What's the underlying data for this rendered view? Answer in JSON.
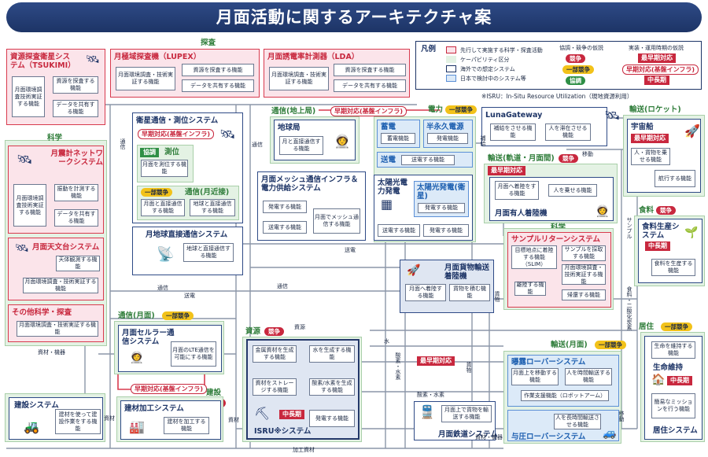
{
  "title": "月面活動に関するアーキテクチャ案",
  "legend": {
    "heading": "凡例",
    "item_pink": "先行して実施する科学・探査活動",
    "item_green": "ケーパビリティ区分",
    "item_navy": "海外での想定システム",
    "item_blue": "日本で検討中のシステム等",
    "col_competition": "協調・競争の仮説",
    "col_timing": "実装・運用時期の仮説",
    "badge_competition": "競争",
    "badge_partial": "一部競争",
    "badge_cooperation": "協調",
    "timing_earliest": "最早期対応",
    "timing_early": "早期対応(基盤インフラ)",
    "timing_mid": "中長期",
    "note": "※ISRU：In-Situ Resource Utilization（現地資源利用）"
  },
  "groups": {
    "resource_sat": {
      "title": "資源探査衛星システム（TSUKIMI）",
      "f1": "月面環境調査技術実証する機能",
      "f2": "資源を探査する機能",
      "f3": "データを共有する機能"
    },
    "lupex": {
      "title": "月極域探査機（LUPEX）",
      "heading": "探査",
      "f1": "月面環境調査・技術実証する機能",
      "f2": "資源を探査する機能",
      "f3": "データを共有する機能"
    },
    "lda": {
      "title": "月面誘電率計測器（LDA）",
      "f1": "月面環境調査・技術実証する機能",
      "f2": "資源を探査する機能",
      "f3": "データを共有する機能"
    },
    "science": {
      "heading": "科学"
    },
    "seismic": {
      "title": "月震計ネットワークシステム",
      "f1": "月面環境調査技術実証する機能",
      "f2": "振動を計測する機能",
      "f3": "データを共有する機能"
    },
    "observatory": {
      "title": "月面天文台システム",
      "f1": "天体観測する機能",
      "f2": "月面環境調査・技術実証する機能"
    },
    "other_sci": {
      "title": "その他科学・探査",
      "f1": "月面環境調査・技術実証する機能"
    },
    "nav_comm": {
      "title": "衛星通信・測位システム",
      "timing": "早期対応(基盤インフラ)",
      "pos_tag": "協調",
      "pos_label": "測位",
      "f1": "月面を測位する機能",
      "comm_badge": "一部競争",
      "comm_label": "通信(月近接)",
      "f2": "月面と直接通信する機能",
      "f3": "地球と直接通信する機能"
    },
    "orbit_comm": {
      "title": "月地球直接通信システム",
      "f1": "地球と直接通信する機能"
    },
    "ground": {
      "heading": "通信(地上局)",
      "timing": "早期対応(基盤インフラ)",
      "title": "地球局",
      "f1": "月と直接通信する機能"
    },
    "power": {
      "heading": "電力",
      "badge": "一部競争",
      "storage_title": "蓄電",
      "storage_f1": "蓄電機能",
      "perm_title": "半永久電源",
      "perm_f1": "発電機能",
      "trans_title": "送電",
      "trans_f1": "送電する機能"
    },
    "mesh": {
      "title": "月面メッシュ通信インフラ＆電力供給システム",
      "f1": "発電する機能",
      "f2": "送電する機能",
      "f3": "月面でメッシュ通信する機能"
    },
    "solar": {
      "title": "太陽光電力発電",
      "sat_title": "太陽光発電(衛星)",
      "f1": "発電する機能",
      "f2": "送電する機能",
      "f3": "発電する機能"
    },
    "lunagateway": {
      "title": "LunaGateway",
      "f1": "補給をさせる機能",
      "f2": "人を滞在させる機能"
    },
    "rocket": {
      "heading": "輸送(ロケット)",
      "title": "宇宙船",
      "timing": "最早期対応",
      "f1": "人・貨物を乗せる機能",
      "f2": "航行する機能"
    },
    "lander": {
      "heading": "輸送(軌道・月面間)",
      "badge": "競争",
      "timing": "最早期対応",
      "title": "月面有人着陸機",
      "f1": "月面へ着陸をする機能",
      "f2": "人を乗せる機能"
    },
    "cargo_lander": {
      "title": "月面貨物輸送着陸機",
      "f1": "月面へ着陸する機能",
      "f2": "貨物を積む機能"
    },
    "sample": {
      "heading": "科学",
      "title": "サンプルリターンシステム",
      "f1": "目標地点に着陸する機能（SLIM）",
      "f2": "サンプルを採取する機能",
      "f3": "月面環境調査・技術実証する機能",
      "f4": "離陸する機能",
      "f5": "帰還する機能"
    },
    "food": {
      "heading": "食料",
      "badge": "競争",
      "title": "食料生産システム",
      "timing": "中長期",
      "f1": "食料を生産する機能"
    },
    "relay": {
      "heading": "通信(月面)",
      "badge": "一部競争",
      "title": "月面セルラー通信システム",
      "f1": "月面のLTE通信を可能にする機能"
    },
    "isru": {
      "heading": "資源",
      "badge": "競争",
      "title": "ISRU※システム",
      "timing": "中長期",
      "f1": "金属資材を生成する機能",
      "f2": "水を生成する機能",
      "f3": "資材をストレージする機能",
      "f4": "酸素/水素を生成する機能",
      "f5": "発電する機能"
    },
    "railway": {
      "title": "月面鉄道システム",
      "timing": "最早期対応",
      "f1": "月面上で貨物を輸送する機能"
    },
    "rover_in": {
      "heading": "輸送(月面)",
      "badge": "一部競争",
      "title": "曝露ローバーシステム",
      "f1": "月面上を移動する機能",
      "f2": "人を時間輸送する機能",
      "f3": "作業支援機能（ロボットアーム）"
    },
    "rover_press": {
      "title": "与圧ローバーシステム",
      "f1": "人を長時間輸送させる機能"
    },
    "habitat": {
      "heading": "居住",
      "badge": "一部競争",
      "f1": "生命を維持する機能",
      "life_title": "生命維持",
      "timing": "中長期",
      "f2": "簡易なミッションを行う機能",
      "title": "居住システム"
    },
    "construction": {
      "heading": "建設",
      "badge": "競争",
      "timing": "早期対応(基盤インフラ)",
      "title": "建設システム",
      "f1": "建材を使って建設作業をする機能"
    },
    "material": {
      "title": "建材加工システム",
      "f1": "建材を加工する機能"
    }
  },
  "flow_labels": {
    "comm": "通信",
    "power_t": "送電",
    "resource": "資源",
    "materials": "資材",
    "materials_eq": "資材・機器",
    "water": "水",
    "oxygen_hydrogen": "酸素・水素",
    "cargo": "貨物",
    "move": "移動",
    "supply": "補給",
    "sample": "サンプル",
    "food_co2": "食料・二酸化炭素",
    "processed": "加工資材",
    "materials_eq2": "資材・機器"
  },
  "icons": {
    "satellite": "satellite-icon",
    "antenna": "antenna-icon",
    "rocket": "rocket-icon",
    "astronaut": "astronaut-icon",
    "solar_panel": "solar-panel-icon",
    "plant": "plant-icon",
    "house": "house-icon",
    "train": "train-icon",
    "rover": "rover-icon",
    "excavator": "excavator-icon",
    "factory": "factory-icon"
  },
  "colors": {
    "navy": "#1d3466",
    "red": "#c8283e",
    "pink": "#fbe4ea",
    "green": "#e4f2e4",
    "light_blue": "#dceaf8",
    "yellow": "#f2c21a"
  }
}
